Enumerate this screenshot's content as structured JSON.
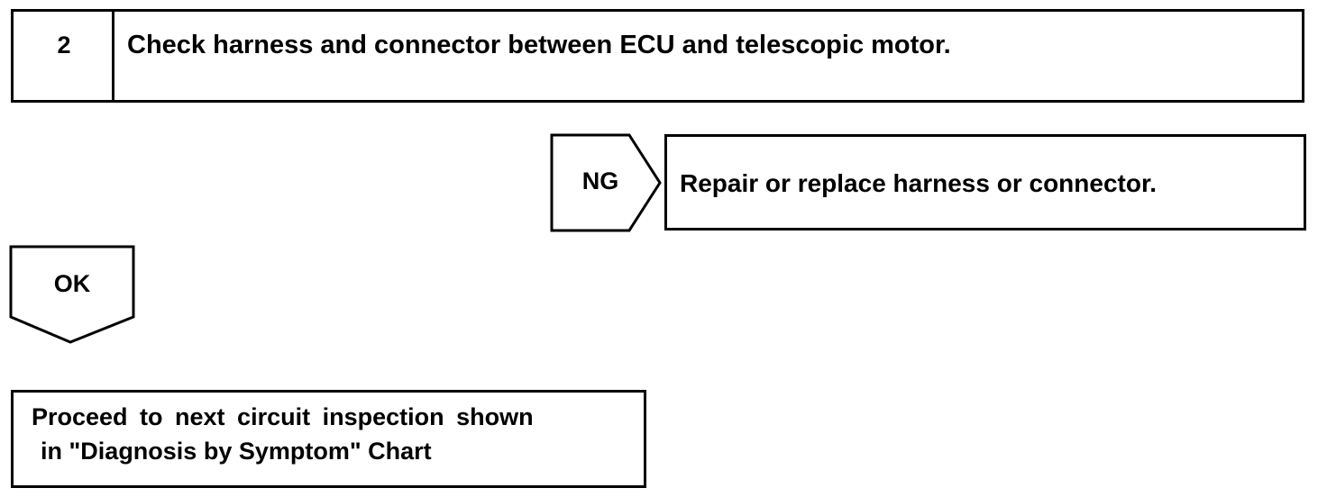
{
  "step": {
    "number": "2",
    "title": "Check harness and connector between ECU and telescopic motor."
  },
  "ng_branch": {
    "label": "NG",
    "action": "Repair or replace harness or connector."
  },
  "ok_branch": {
    "label": "OK",
    "result_line1": "Proceed to next circuit inspection shown",
    "result_line2": "in \"Diagnosis by Symptom\" Chart"
  }
}
